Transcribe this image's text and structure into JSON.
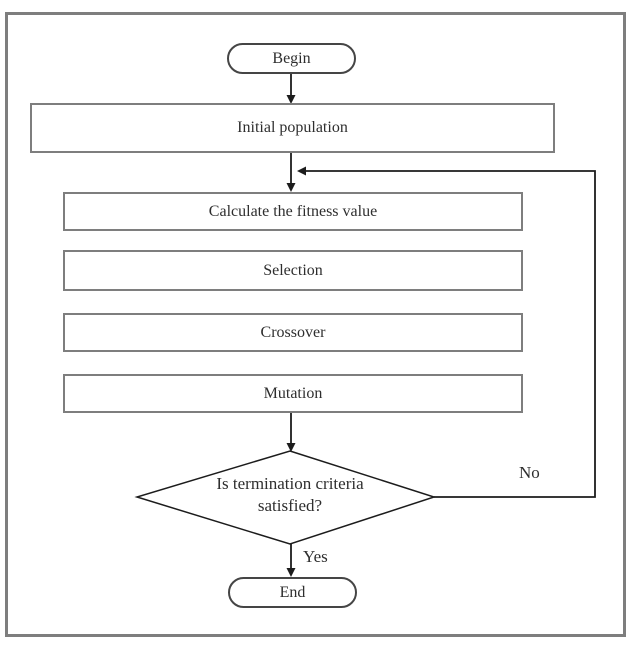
{
  "flowchart": {
    "description": "Genetic algorithm flowchart",
    "nodes": [
      {
        "id": "begin",
        "type": "terminator",
        "label": "Begin"
      },
      {
        "id": "initial-population",
        "type": "process",
        "label": "Initial population"
      },
      {
        "id": "calculate-fitness",
        "type": "process",
        "label": "Calculate the fitness value"
      },
      {
        "id": "selection",
        "type": "process",
        "label": "Selection"
      },
      {
        "id": "crossover",
        "type": "process",
        "label": "Crossover"
      },
      {
        "id": "mutation",
        "type": "process",
        "label": "Mutation"
      },
      {
        "id": "termination-check",
        "type": "decision",
        "label": "Is termination criteria satisfied?",
        "label_lines": [
          "Is termination criteria",
          "satisfied?"
        ]
      },
      {
        "id": "end",
        "type": "terminator",
        "label": "End"
      }
    ],
    "edges": [
      {
        "from": "begin",
        "to": "initial-population"
      },
      {
        "from": "initial-population",
        "to": "calculate-fitness"
      },
      {
        "from": "calculate-fitness",
        "to": "selection"
      },
      {
        "from": "selection",
        "to": "crossover"
      },
      {
        "from": "crossover",
        "to": "mutation"
      },
      {
        "from": "mutation",
        "to": "termination-check"
      },
      {
        "from": "termination-check",
        "to": "end",
        "label": "Yes"
      },
      {
        "from": "termination-check",
        "to": "calculate-fitness",
        "label": "No"
      }
    ],
    "edge_labels": {
      "yes": "Yes",
      "no": "No"
    },
    "colors": {
      "background": "#ffffff",
      "frame_border": "#7e7e7e",
      "box_border": "#7e7e7e",
      "terminal_border": "#454545",
      "line": "#1c1c1c",
      "text": "#2e2e2e"
    }
  }
}
